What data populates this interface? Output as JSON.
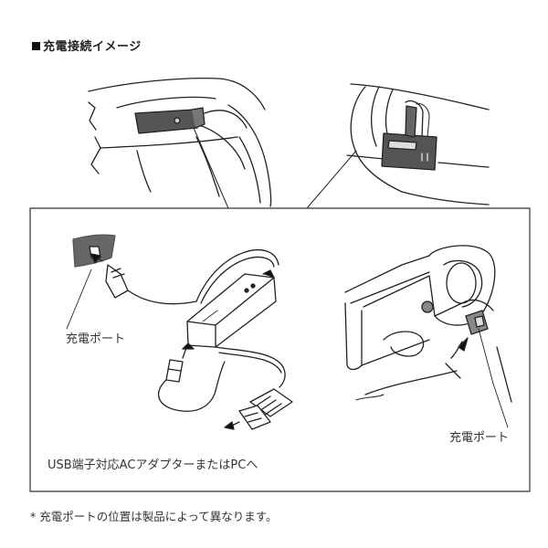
{
  "heading": {
    "text": "充電接続イメージ"
  },
  "labels": {
    "charge_port_left": "充電ポート",
    "charge_port_right": "充電ポート",
    "usb_destination": "USB端子対応ACアダプターまたはPCへ"
  },
  "footnote": {
    "text": "* 充電ポートの位置は製品によって異なります。"
  }
}
